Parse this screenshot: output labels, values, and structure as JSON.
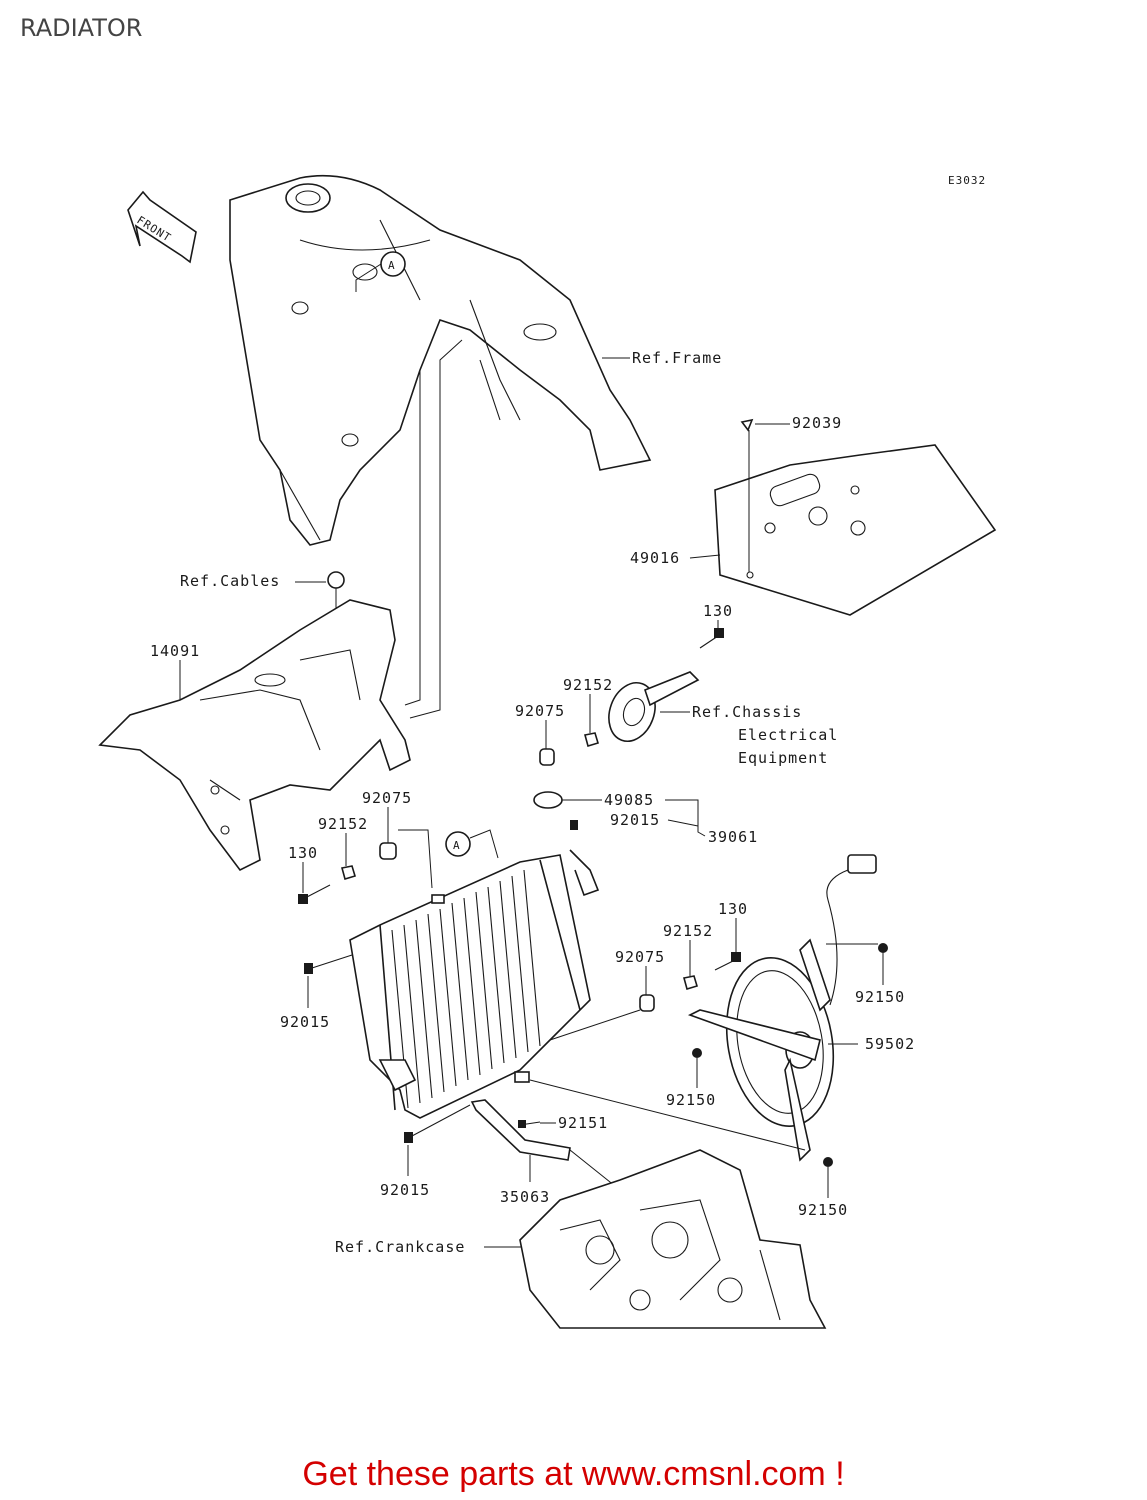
{
  "title": "RADIATOR",
  "diagram_code": "E3032",
  "front_label": "FRONT",
  "callout_letter": "A",
  "labels": {
    "ref_frame": "Ref.Frame",
    "p92039": "92039",
    "p49016": "49016",
    "ref_cables": "Ref.Cables",
    "p14091": "14091",
    "p130_top": "130",
    "p92152_top": "92152",
    "p92075_top": "92075",
    "ref_chassis_1": "Ref.Chassis",
    "ref_chassis_2": "Electrical",
    "ref_chassis_3": "Equipment",
    "p49085": "49085",
    "p92015_top": "92015",
    "p39061": "39061",
    "p92075_left": "92075",
    "p92152_left": "92152",
    "p130_left": "130",
    "p130_right": "130",
    "p92152_right": "92152",
    "p92075_right": "92075",
    "p92150_a": "92150",
    "p92015_left": "92015",
    "p59502": "59502",
    "p92150_b": "92150",
    "p92151": "92151",
    "p92015_bottom": "92015",
    "p35063": "35063",
    "p92150_c": "92150",
    "ref_crankcase": "Ref.Crankcase"
  },
  "footer": "Get these parts at www.cmsnl.com !"
}
